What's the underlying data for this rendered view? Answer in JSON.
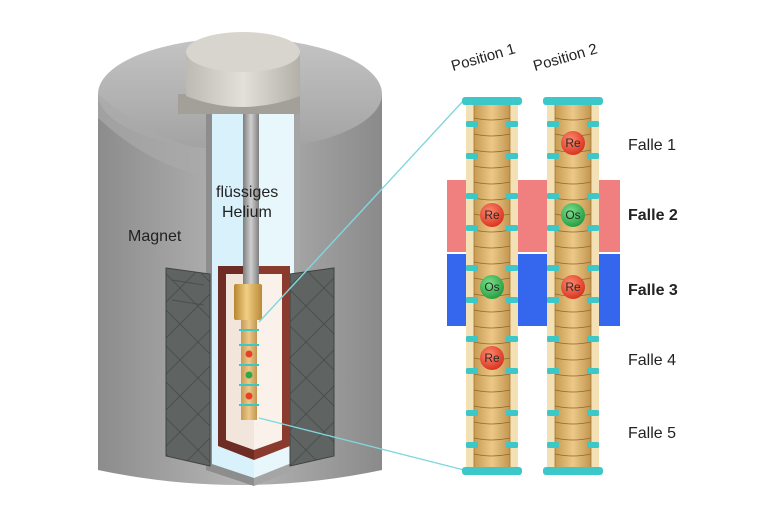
{
  "labels": {
    "magnet": "Magnet",
    "helium_line1": "flüssiges",
    "helium_line2": "Helium",
    "position1": "Position 1",
    "position2": "Position 2"
  },
  "traps": [
    {
      "label": "Falle 1",
      "bold": false,
      "band_color": null
    },
    {
      "label": "Falle 2",
      "bold": true,
      "band_color": "#f07f80"
    },
    {
      "label": "Falle 3",
      "bold": true,
      "band_color": "#3566ee"
    },
    {
      "label": "Falle 4",
      "bold": false,
      "band_color": null
    },
    {
      "label": "Falle 5",
      "bold": false,
      "band_color": null
    }
  ],
  "ions": [
    {
      "column": "position1",
      "trap": 2,
      "symbol": "Re",
      "color": "#e8402a"
    },
    {
      "column": "position1",
      "trap": 3,
      "symbol": "Os",
      "color": "#2fa84a"
    },
    {
      "column": "position1",
      "trap": 4,
      "symbol": "Re",
      "color": "#e8402a"
    },
    {
      "column": "position2",
      "trap": 1,
      "symbol": "Re",
      "color": "#e8402a"
    },
    {
      "column": "position2",
      "trap": 2,
      "symbol": "Os",
      "color": "#2fa84a"
    },
    {
      "column": "position2",
      "trap": 3,
      "symbol": "Re",
      "color": "#e8402a"
    }
  ],
  "colors": {
    "magnet_gray": "#9c9c9c",
    "helium_blue": "#d9f1fa",
    "trap_gold": "#e4b56a",
    "electrode_teal": "#3cc7c9",
    "connector_cyan": "#7fd7de"
  }
}
